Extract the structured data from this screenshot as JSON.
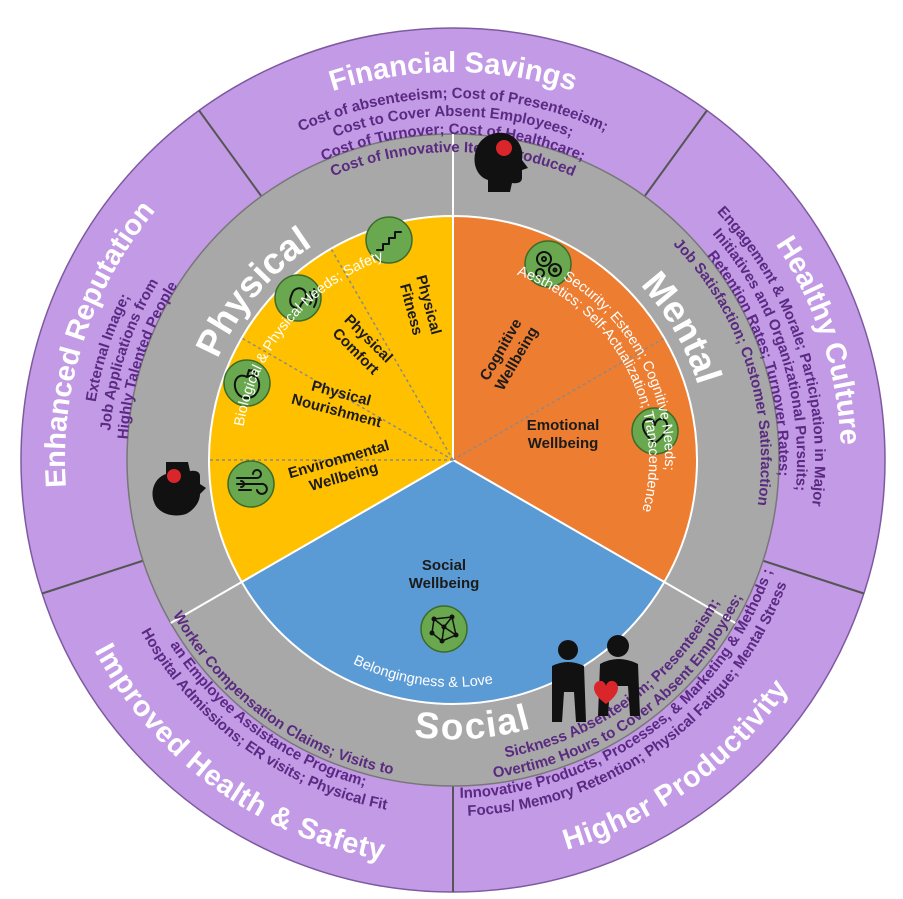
{
  "outer_ring": {
    "financial": {
      "title": "Financial Savings",
      "lines": [
        "Cost of absenteeism; Cost of Presenteeism;",
        "Cost to Cover Absent Employees;",
        "Cost of Turnover; Cost of Healthcare;",
        "Cost of Innovative Items Produced"
      ]
    },
    "culture": {
      "title": "Healthy Culture",
      "lines": [
        "Engagement & Morale; Participation in Major",
        "Initiatives and Organizational Pursuits;",
        "Retention Rates; Turnover Rates;",
        "Job Satisfaction; Customer Satisfaction"
      ]
    },
    "productivity": {
      "title": "Higher Productivity",
      "lines": [
        "Sickness Absenteeism; Presenteeism;",
        "Overtime Hours to Cover Absent Employees;",
        "Innovative Products, Processes, & Marketing & Methods ;",
        "Focus/ Memory Retention; Physical Fatigue; Mental Stress"
      ]
    },
    "health": {
      "title": "Improved Health & Safety",
      "lines": [
        "Worker Compensation Claims; Visits to",
        "an Employee Assistance Program;",
        "Hospital Admissions; ER visits; Physical Fit"
      ]
    },
    "reputation": {
      "title": "Enhanced Reputation",
      "lines": [
        "External Image;",
        "Job Applications from",
        "Highly Talented People"
      ]
    }
  },
  "middle_ring": {
    "physical": {
      "title": "Physical",
      "subtitle": "Biological & Physical Needs; Safety"
    },
    "mental": {
      "title": "Mental",
      "subtitle_1": "Security; Esteem; Cognitive Needs;",
      "subtitle_2": "Aesthetics; Self-Actualization; Transcendence"
    },
    "social": {
      "title": "Social",
      "subtitle": "Belongingness & Love"
    }
  },
  "segments": {
    "physical_fitness": [
      "Physical",
      "Fitness"
    ],
    "physical_comfort": [
      "Physical",
      "Comfort"
    ],
    "physical_nourishment": [
      "Physical",
      "Nourishment"
    ],
    "environmental_wellbeing": [
      "Environmental",
      "Wellbeing"
    ],
    "cognitive_wellbeing": [
      "Cognitive",
      "Wellbeing"
    ],
    "emotional_wellbeing": [
      "Emotional",
      "Wellbeing"
    ],
    "social_wellbeing": [
      "Social",
      "Wellbeing"
    ]
  },
  "colors": {
    "outer": "#c39ae6",
    "middle": "#a8a8a8",
    "physical": "#ffc000",
    "mental": "#ed7d31",
    "social": "#5b9bd5",
    "icon": "#6aa84f"
  },
  "icons": {
    "fitness": "stairs-icon",
    "comfort": "ear-sound-icon",
    "nourishment": "apple-icon",
    "environment": "wind-icon",
    "cognitive": "gears-icon",
    "emotional": "heart-icon",
    "social": "network-icon"
  }
}
